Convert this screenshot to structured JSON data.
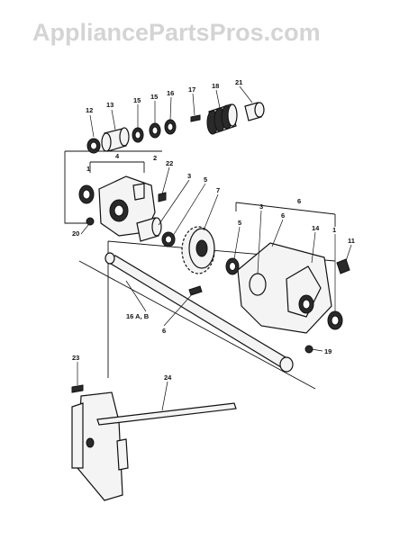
{
  "watermark": "AppliancePartsPros.com",
  "callouts": {
    "c1a": "1",
    "c1b": "1",
    "c2": "2",
    "c3a": "3",
    "c3b": "3",
    "c4": "4",
    "c5a": "5",
    "c5b": "5",
    "c6a": "6",
    "c6b": "6",
    "c6c": "6",
    "c7": "7",
    "c11": "11",
    "c12": "12",
    "c13": "13",
    "c14": "14",
    "c15a": "15",
    "c15b": "15",
    "c16": "16",
    "c16ab": "16 A, B",
    "c17": "17",
    "c18": "18",
    "c19": "19",
    "c20": "20",
    "c21": "21",
    "c22": "22",
    "c23": "23",
    "c24": "24"
  }
}
